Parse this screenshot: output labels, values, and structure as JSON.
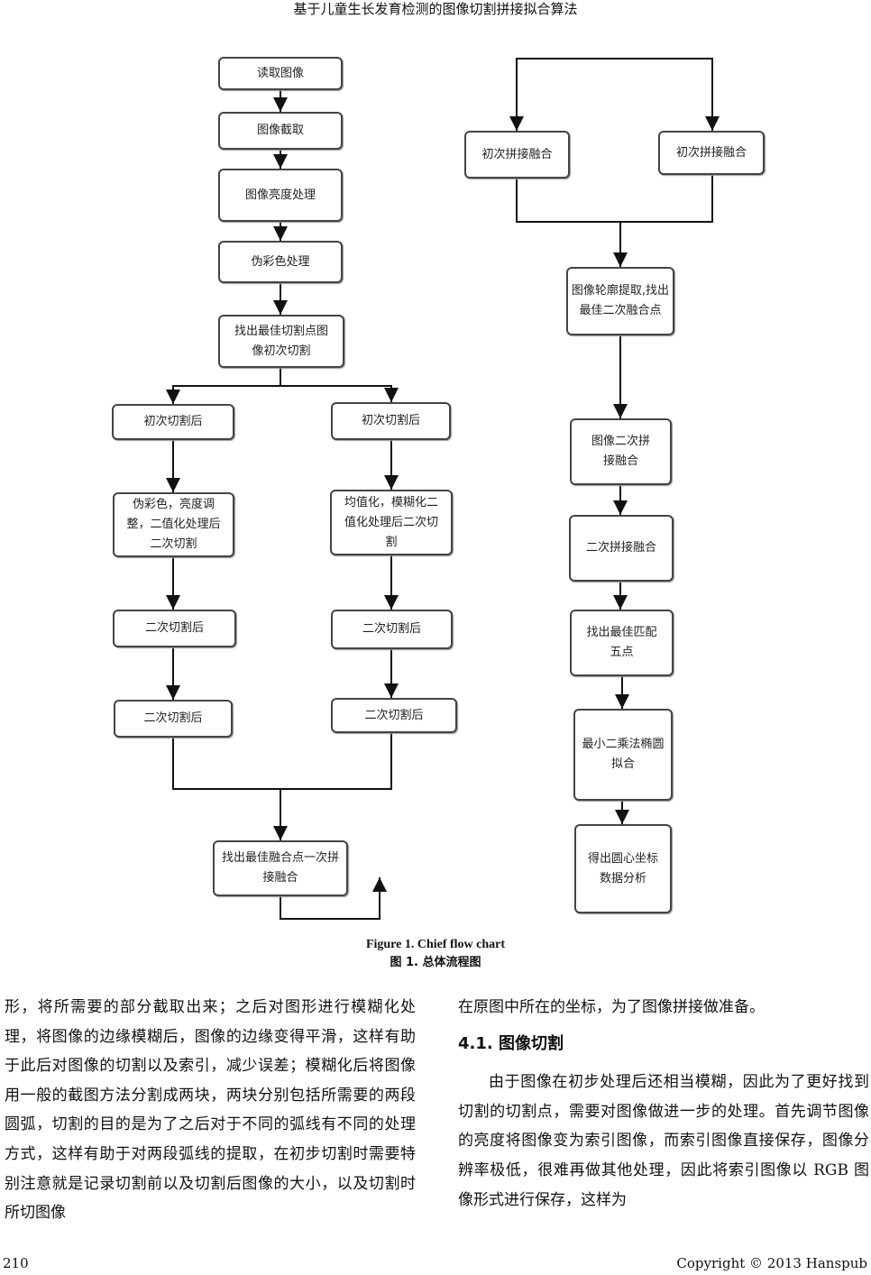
{
  "header": {
    "title": "基于儿童生长发育检测的图像切割拼接拟合算法"
  },
  "flowchart": {
    "left": [
      "读取图像",
      "图像截取",
      "图像亮度处理",
      "伪彩色处理",
      "找出最佳切割点图像初次切割"
    ],
    "branch_left": [
      "初次切割后",
      "伪彩色，亮度调整，二值化处理后二次切割",
      "二次切割后",
      "二次切割后"
    ],
    "branch_right": [
      "初次切割后",
      "均值化，模糊化二值化处理后二次切割",
      "二次切割后",
      "二次切割后"
    ],
    "merge": "找出最佳融合点一次拼接融合",
    "right_top": [
      "初次拼接融合",
      "初次拼接融合"
    ],
    "right": [
      "图像轮廓提取,找出最佳二次融合点",
      "图像二次拼接融合",
      "二次拼接融合",
      "找出最佳匹配五点",
      "最小二乘法椭圆拟合",
      "得出圆心坐标数据分析"
    ]
  },
  "caption": {
    "en": "Figure 1. Chief flow chart",
    "zh": "图 1. 总体流程图"
  },
  "body": {
    "left": "形，将所需要的部分截取出来；之后对图形进行模糊化处理，将图像的边缘模糊后，图像的边缘变得平滑，这样有助于此后对图像的切割以及索引，减少误差；模糊化后将图像用一般的截图方法分割成两块，两块分别包括所需要的两段圆弧，切割的目的是为了之后对于不同的弧线有不同的处理方式，这样有助于对两段弧线的提取，在初步切割时需要特别注意就是记录切割前以及切割后图像的大小，以及切割时所切图像",
    "right_top": "在原图中所在的坐标，为了图像拼接做准备。",
    "section": "4.1.  图像切割",
    "right_para": "由于图像在初步处理后还相当模糊，因此为了更好找到切割的切割点，需要对图像做进一步的处理。首先调节图像的亮度将图像变为索引图像，而索引图像直接保存，图像分辨率极低，很难再做其他处理，因此将索引图像以 RGB 图像形式进行保存，这样为"
  },
  "footer": {
    "page": "210",
    "copyright": "Copyright © 2013 Hanspub"
  }
}
